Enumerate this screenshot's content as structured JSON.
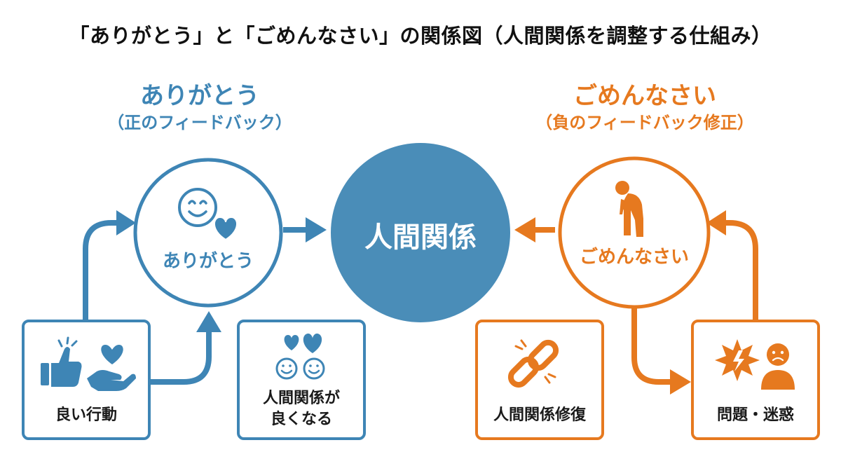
{
  "title": "「ありがとう」と「ごめんなさい」の関係図（人間関係を調整する仕組み）",
  "left": {
    "heading": "ありがとう",
    "subheading": "（正のフィードバック）",
    "circle_label": "ありがとう",
    "box_action": "良い行動",
    "box_result_line1": "人間関係が",
    "box_result_line2": "良くなる",
    "color": "#3E85B5"
  },
  "center": {
    "label": "人間関係",
    "color": "#4A8DB8"
  },
  "right": {
    "heading": "ごめんなさい",
    "subheading": "（負のフィードバック修正）",
    "circle_label": "ごめんなさい",
    "box_repair": "人間関係修復",
    "box_problem": "問題・迷惑",
    "color": "#E6791F"
  },
  "icons": {
    "smile_heart": "smile-heart-icon",
    "thumbs_up": "thumbs-up-icon",
    "hand_heart": "hand-heart-icon",
    "hearts_faces": "hearts-faces-icon",
    "bowing_person": "bowing-person-icon",
    "broken_chain": "broken-chain-icon",
    "explosion": "explosion-icon",
    "sad_person": "sad-person-icon"
  }
}
